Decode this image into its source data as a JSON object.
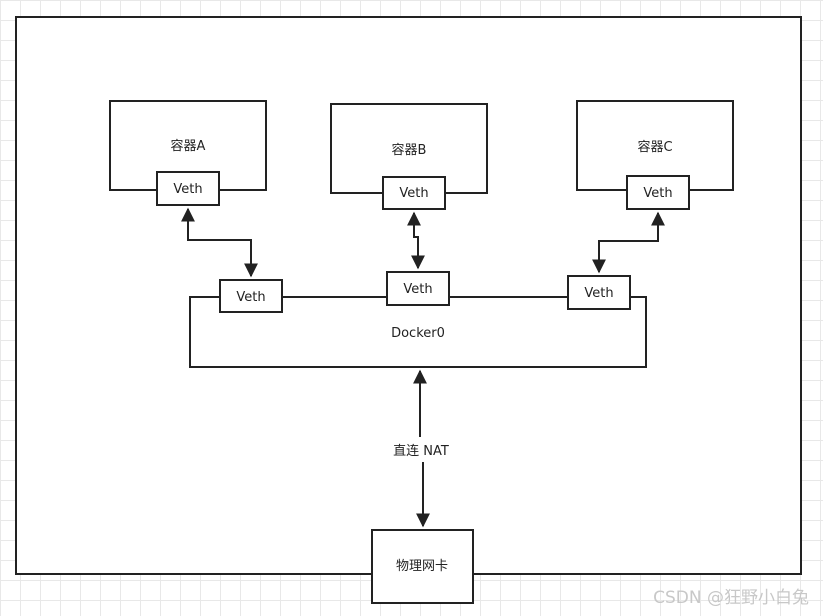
{
  "containers": [
    {
      "label": "容器A",
      "veth": "Veth"
    },
    {
      "label": "容器B",
      "veth": "Veth"
    },
    {
      "label": "容器C",
      "veth": "Veth"
    }
  ],
  "bridge": {
    "label": "Docker0",
    "veths": [
      "Veth",
      "Veth",
      "Veth"
    ]
  },
  "link_label": "直连 NAT",
  "nic_label": "物理网卡",
  "watermark": "CSDN @狂野小白兔"
}
